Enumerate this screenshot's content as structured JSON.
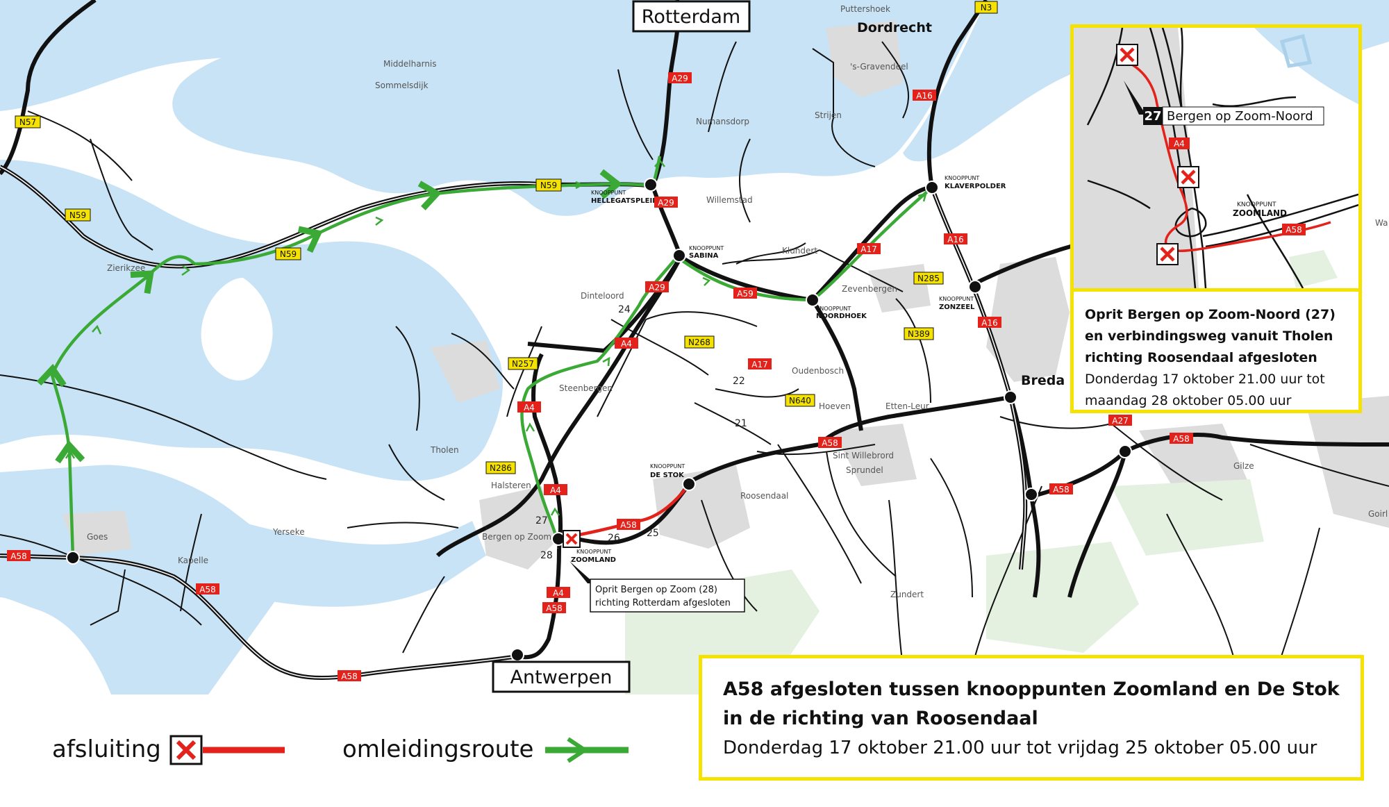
{
  "cities": {
    "rotterdam": "Rotterdam",
    "antwerpen": "Antwerpen",
    "dordrecht": "Dordrecht",
    "breda": "Breda"
  },
  "places": {
    "puttershoek": "Puttershoek",
    "middelharnis": "Middelharnis",
    "sommelsdijk": "Sommelsdijk",
    "gravendeel": "'s-Gravendeel",
    "numansdorp": "Numansdorp",
    "strijen": "Strijen",
    "willemstad": "Willemstad",
    "zierikzee": "Zierikzee",
    "klundert": "Klundert",
    "zevenbergen": "Zevenbergen",
    "dinteloord": "Dinteloord",
    "steenbergen": "Steenbergen",
    "oudenbosch": "Oudenbosch",
    "hoeven": "Hoeven",
    "etten_leur": "Etten-Leur",
    "tholen": "Tholen",
    "halsteren": "Halsteren",
    "sint_willebrord": "Sint Willebrord",
    "sprundel": "Sprundel",
    "roosendaal": "Roosendaal",
    "bergen_op_zoom": "Bergen op Zoom",
    "goes": "Goes",
    "yerseke": "Yerseke",
    "kapelle": "Kapelle",
    "zundert": "Zundert",
    "gilze": "Gilze",
    "wa": "Wa",
    "goirl": "Goirl"
  },
  "knooppunten": {
    "label": "KNOOPPUNT",
    "hellegatsplein": "HELLEGATSPLEIN",
    "sabina": "SABINA",
    "noordhoek": "NOORDHOEK",
    "klaverpolder": "KLAVERPOLDER",
    "zonzeel": "ZONZEEL",
    "de_stok": "DE STOK",
    "zoomland": "ZOOMLAND"
  },
  "exits": [
    "24",
    "22",
    "21",
    "27",
    "26",
    "25",
    "28"
  ],
  "shields": {
    "a29": "A29",
    "a16": "A16",
    "a17": "A17",
    "a59": "A59",
    "a4": "A4",
    "a58": "A58",
    "a27": "A27",
    "n3": "N3",
    "n57": "N57",
    "n59": "N59",
    "n285": "N285",
    "n389": "N389",
    "n268": "N268",
    "n257": "N257",
    "n286": "N286",
    "n640": "N640"
  },
  "callout": {
    "line1": "Oprit Bergen op Zoom (28)",
    "line2": "richting Rotterdam afgesloten"
  },
  "inset": {
    "exit_number": "27",
    "exit_name": "Bergen op Zoom-Noord",
    "knooppunt_label": "KNOOPPUNT",
    "knooppunt_name": "ZOOMLAND",
    "shield_a4": "A4",
    "shield_a58": "A58",
    "title": "Oprit Bergen op Zoom-Noord (27) en verbindingsweg vanuit Tholen richting Roosendaal afgesloten",
    "period": "Donderdag 17 oktober 21.00 uur tot maandag 28 oktober 05.00 uur"
  },
  "notice": {
    "title": "A58 afgesloten tussen knooppunten Zoomland en De Stok in de richting van Roosendaal",
    "period": "Donderdag 17 oktober 21.00 uur tot vrijdag 25 oktober 05.00 uur"
  },
  "legend": {
    "closure_label": "afsluiting",
    "detour_label": "omleidingsroute"
  },
  "colors": {
    "water": "#c8e3f5",
    "land": "#ffffff",
    "urban": "#dcdcdc",
    "green_area": "#e4f0e0",
    "road": "#111111",
    "closure": "#e3231b",
    "detour": "#3aa935",
    "notice_border": "#f5e200",
    "highway_shield": "#e3231b",
    "provincial_shield": "#f5e200"
  }
}
